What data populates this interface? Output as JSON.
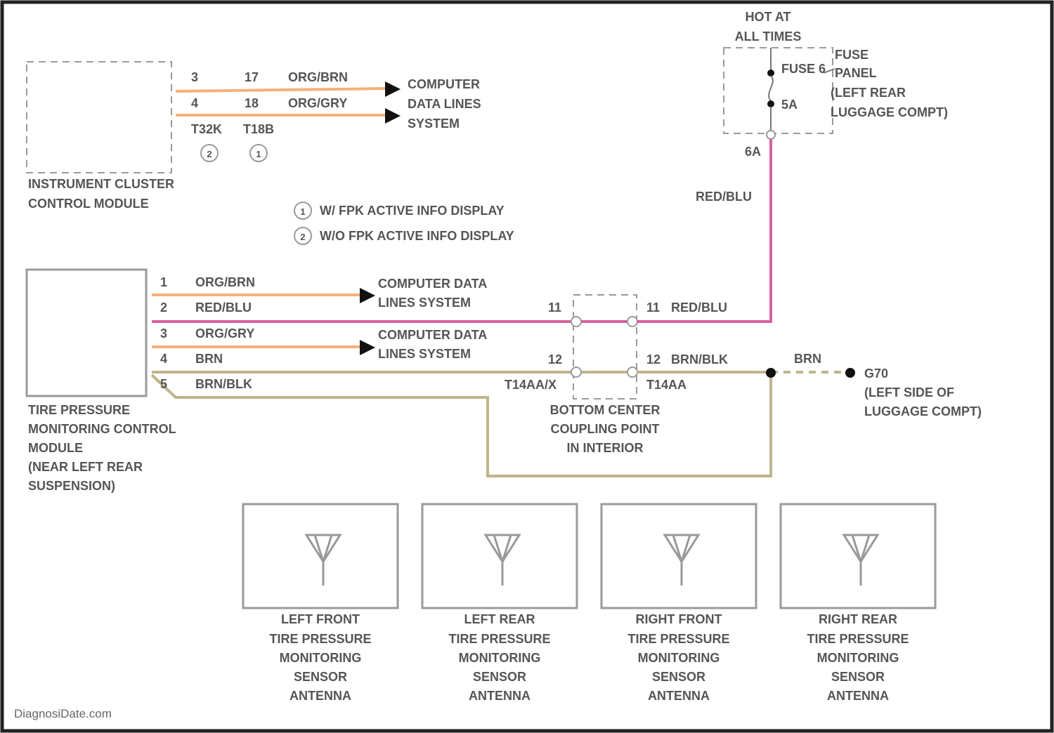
{
  "fuse": {
    "header_line1": "HOT AT",
    "header_line2": "ALL TIMES",
    "fuse_label": "FUSE 6",
    "fuse_amp": "5A",
    "panel_line1": "FUSE",
    "panel_line2": "PANEL",
    "panel_line3": "(LEFT REAR",
    "panel_line4": "LUGGAGE COMPT)",
    "terminal": "6A"
  },
  "cluster": {
    "name_line1": "INSTRUMENT CLUSTER",
    "name_line2": "CONTROL MODULE",
    "wires": [
      {
        "pin_a": "3",
        "pin_b": "17",
        "color": "ORG/BRN"
      },
      {
        "pin_a": "4",
        "pin_b": "18",
        "color": "ORG/GRY"
      }
    ],
    "connector_a": "T32K",
    "connector_b": "T18B",
    "destination_line1": "COMPUTER",
    "destination_line2": "DATA LINES",
    "destination_line3": "SYSTEM"
  },
  "legend": [
    {
      "marker": "1",
      "text": "W/ FPK ACTIVE INFO DISPLAY"
    },
    {
      "marker": "2",
      "text": "W/O FPK ACTIVE INFO DISPLAY"
    }
  ],
  "tpms": {
    "name_line1": "TIRE PRESSURE",
    "name_line2": "MONITORING CONTROL",
    "name_line3": "MODULE",
    "name_line4": "(NEAR LEFT REAR",
    "name_line5": "SUSPENSION)",
    "wires": [
      {
        "pin": "1",
        "color": "ORG/BRN"
      },
      {
        "pin": "2",
        "color": "RED/BLU"
      },
      {
        "pin": "3",
        "color": "ORG/GRY"
      },
      {
        "pin": "4",
        "color": "BRN"
      },
      {
        "pin": "5",
        "color": "BRN/BLK"
      }
    ],
    "dest1_line1": "COMPUTER DATA",
    "dest1_line2": "LINES SYSTEM",
    "dest2_line1": "COMPUTER DATA",
    "dest2_line2": "LINES SYSTEM"
  },
  "feed_wire": "RED/BLU",
  "coupling": {
    "pin_in_1": "11",
    "pin_in_2": "12",
    "pin_out_1": "11",
    "pin_out_2": "12",
    "out_color_1": "RED/BLU",
    "out_color_2": "BRN/BLK",
    "connector_in": "T14AA/X",
    "connector_out": "T14AA",
    "name_line1": "BOTTOM CENTER",
    "name_line2": "COUPLING POINT",
    "name_line3": "IN INTERIOR"
  },
  "ground": {
    "wire": "BRN",
    "name_line1": "G70",
    "name_line2": "(LEFT SIDE OF",
    "name_line3": "LUGGAGE COMPT)"
  },
  "sensors": [
    {
      "line1": "LEFT FRONT",
      "line2": "TIRE PRESSURE",
      "line3": "MONITORING",
      "line4": "SENSOR",
      "line5": "ANTENNA"
    },
    {
      "line1": "LEFT REAR",
      "line2": "TIRE PRESSURE",
      "line3": "MONITORING",
      "line4": "SENSOR",
      "line5": "ANTENNA"
    },
    {
      "line1": "RIGHT FRONT",
      "line2": "TIRE PRESSURE",
      "line3": "MONITORING",
      "line4": "SENSOR",
      "line5": "ANTENNA"
    },
    {
      "line1": "RIGHT REAR",
      "line2": "TIRE PRESSURE",
      "line3": "MONITORING",
      "line4": "SENSOR",
      "line5": "ANTENNA"
    }
  ],
  "watermark": "DiagnosiDate.com"
}
